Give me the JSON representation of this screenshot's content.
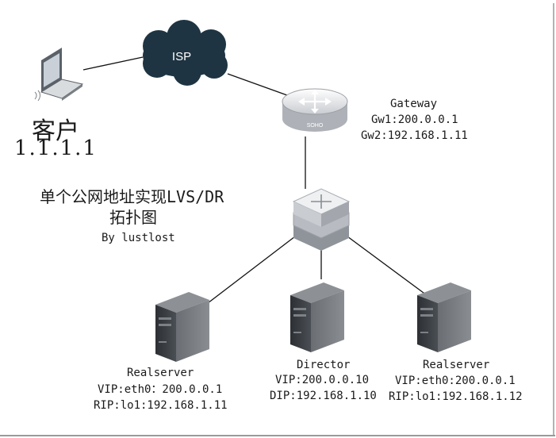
{
  "cloud": {
    "label": "ISP"
  },
  "client": {
    "name": "客户",
    "ip": "1.1.1.1"
  },
  "title": {
    "line1": "单个公网地址实现LVS/DR",
    "line2": "拓扑图",
    "author": "By lustlost"
  },
  "gateway": {
    "name": "Gateway",
    "line1": "Gw1:200.0.0.1",
    "line2": "Gw2:192.168.1.11",
    "badge": "SOHO"
  },
  "realserver_left": {
    "name": "Realserver",
    "line1": "VIP:eth0：200.0.0.1",
    "line2": "RIP:lo1:192.168.1.11"
  },
  "director": {
    "name": "Director",
    "line1": "VIP:200.0.0.10",
    "line2": "DIP:192.168.1.10"
  },
  "realserver_right": {
    "name": "Realserver",
    "line1": "VIP:eth0:200.0.0.1",
    "line2": "RIP:lo1:192.168.1.12"
  },
  "colors": {
    "line": "#111111",
    "cloud": "#1e3442",
    "device_top": "#eef0f2",
    "device_side": "#b8bcc2",
    "server_body": "#3b3f43",
    "frame": "#9a9a9a"
  }
}
